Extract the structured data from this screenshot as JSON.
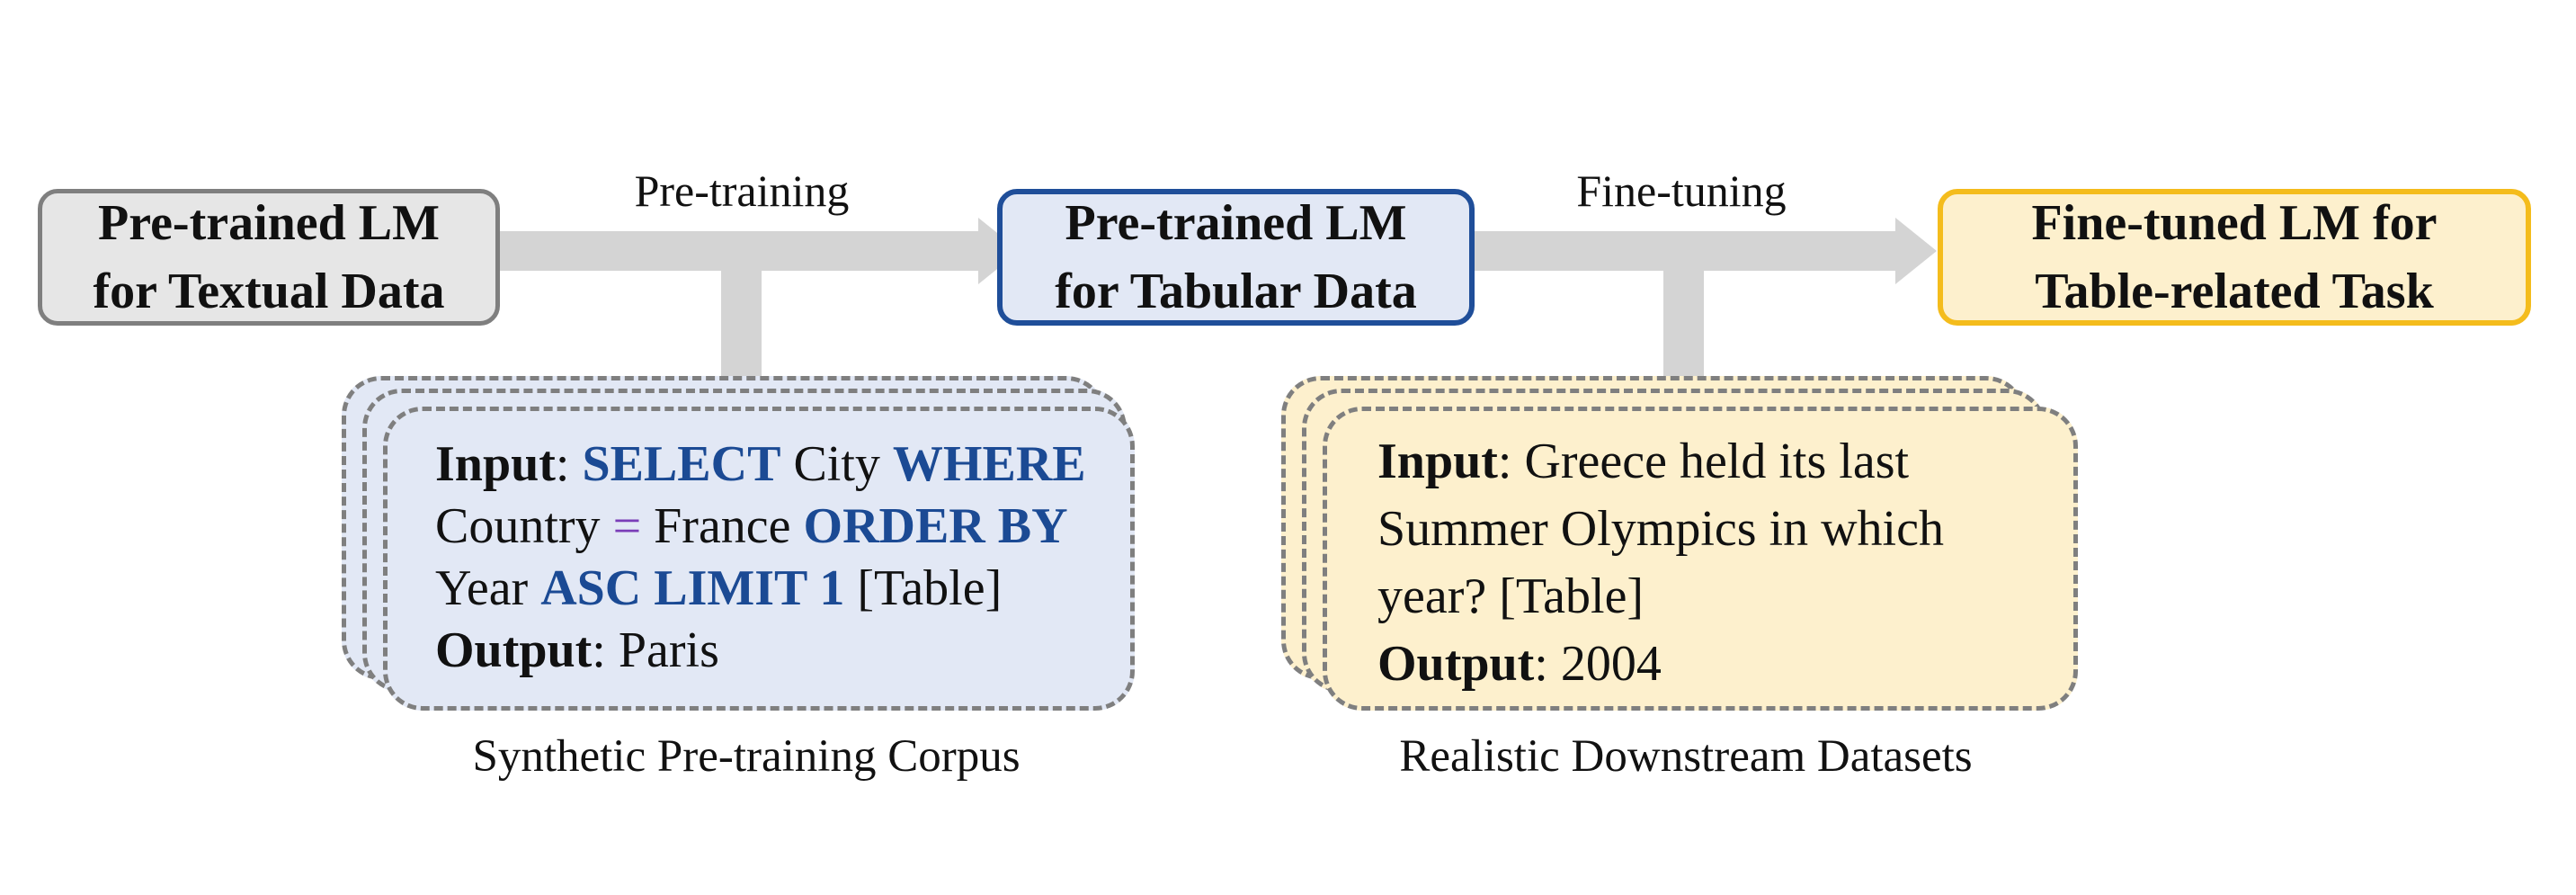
{
  "models": {
    "textual": [
      "Pre-trained LM",
      "for Textual Data"
    ],
    "tabular": [
      "Pre-trained LM",
      "for Tabular Data"
    ],
    "finetuned": [
      "Fine-tuned LM for",
      "Table-related Task"
    ]
  },
  "edges": {
    "pretraining": "Pre-training",
    "finetuning": "Fine-tuning"
  },
  "pretrain_example": {
    "input_label": "Input",
    "colon": ":",
    "select": "SELECT",
    "city": "City",
    "where": "WHERE",
    "country": "Country",
    "eq": "=",
    "france": "France",
    "order_by": "ORDER BY",
    "year": "Year",
    "asc_limit": "ASC LIMIT 1",
    "table": "[Table]",
    "output_label": "Output",
    "output_value": "Paris",
    "caption": "Synthetic Pre-training Corpus"
  },
  "finetune_example": {
    "input_label": "Input",
    "input_lines": [
      "Greece held its last",
      "Summer Olympics in which",
      "year? [Table]"
    ],
    "output_label": "Output",
    "output_value": "2004",
    "caption": "Realistic Downstream Datasets"
  },
  "colors": {
    "arrow": "#d4d4d4",
    "textual_fill": "#e6e6e6",
    "textual_border": "#7f7f7f",
    "tabular_fill": "#e2e8f5",
    "tabular_border": "#1f4e99",
    "finetuned_fill": "#fdf0cd",
    "finetuned_border": "#f4bc1c",
    "keyword": "#1b4a94",
    "operator": "#7a3db8"
  }
}
